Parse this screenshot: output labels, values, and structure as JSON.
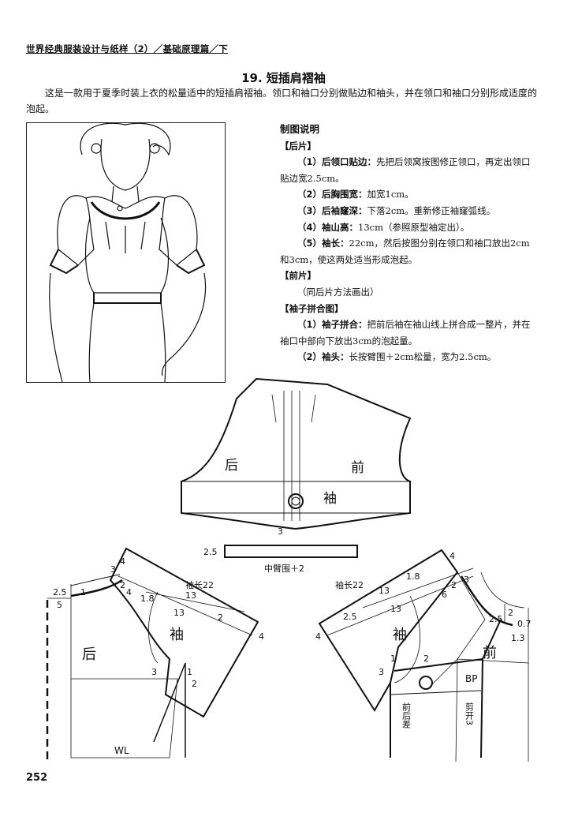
{
  "header": {
    "running_title": "世界经典服装设计与纸样（2）／基础原理篇／下"
  },
  "section": {
    "title": "19. 短插肩褶袖",
    "intro": "这是一款用于夏季时装上衣的松量适中的短插肩褶袖。领口和袖口分别做贴边和袖头，并在领口和袖口分别形成适度的泡起。"
  },
  "notes": {
    "heading": "制图说明",
    "back": {
      "label": "【后片】",
      "items": [
        {
          "num": "（1）",
          "term": "后领口贴边：",
          "text": "先把后领窝按图修正领口，再定出领口贴边宽2.5cm。"
        },
        {
          "num": "（2）",
          "term": "后胸围宽：",
          "text": "加宽1cm。"
        },
        {
          "num": "（3）",
          "term": "后袖窿深：",
          "text": "下落2cm。重新修正袖窿弧线。"
        },
        {
          "num": "（4）",
          "term": "袖山高：",
          "text": "13cm（参照原型袖定出）。"
        },
        {
          "num": "（5）",
          "term": "袖长：",
          "text": "22cm，然后按图分别在领口和袖口放出2cm和3cm，使这两处适当形成泡起。"
        }
      ]
    },
    "front": {
      "label": "【前片】",
      "text": "（同后片方法画出）"
    },
    "sleeve": {
      "label": "【袖子拼合图】",
      "items": [
        {
          "num": "（1）",
          "term": "袖子拼合：",
          "text": "把前后袖在袖山线上拼合成一整片，并在袖口中部向下放出3cm的泡起量。"
        },
        {
          "num": "（2）",
          "term": "袖头：",
          "text": "长按臂围＋2cm松量，宽为2.5cm。"
        }
      ]
    }
  },
  "diagram_sleeve": {
    "back": "后",
    "front": "前",
    "sleeve": "袖",
    "hem_add": "3"
  },
  "diagram_cuff": {
    "width": "2.5",
    "label": "中臂围＋2"
  },
  "diagram_back": {
    "piece": "后",
    "sleeve": "袖",
    "sleeve_length": "袖长22",
    "cap": "13",
    "cap2": "13",
    "offset": "1.8",
    "l25": "2.5",
    "l1": "1",
    "l5": "5",
    "l3a": "3",
    "l4a": "4",
    "l2a": "2",
    "l4b": "4",
    "l2b": "2",
    "l4c": "4",
    "l3b": "3",
    "l1b": "1",
    "l2c": "2",
    "wl": "WL"
  },
  "diagram_front": {
    "piece": "前",
    "sleeve": "袖",
    "sleeve_length": "袖长22",
    "cap": "13",
    "cap2": "13",
    "offset": "1.8",
    "l4a": "4",
    "l2a": "2",
    "l3a": "3",
    "l6": "6",
    "l2b": "2",
    "l25a": "2.5",
    "l07": "0.7",
    "l13": "1.3",
    "l25b": "2.5",
    "l4b": "4",
    "l1": "1",
    "l2c": "2",
    "l3b": "3",
    "bp": "BP",
    "diff": "前后差",
    "cut": "剪开3"
  },
  "page": {
    "number": "252"
  }
}
